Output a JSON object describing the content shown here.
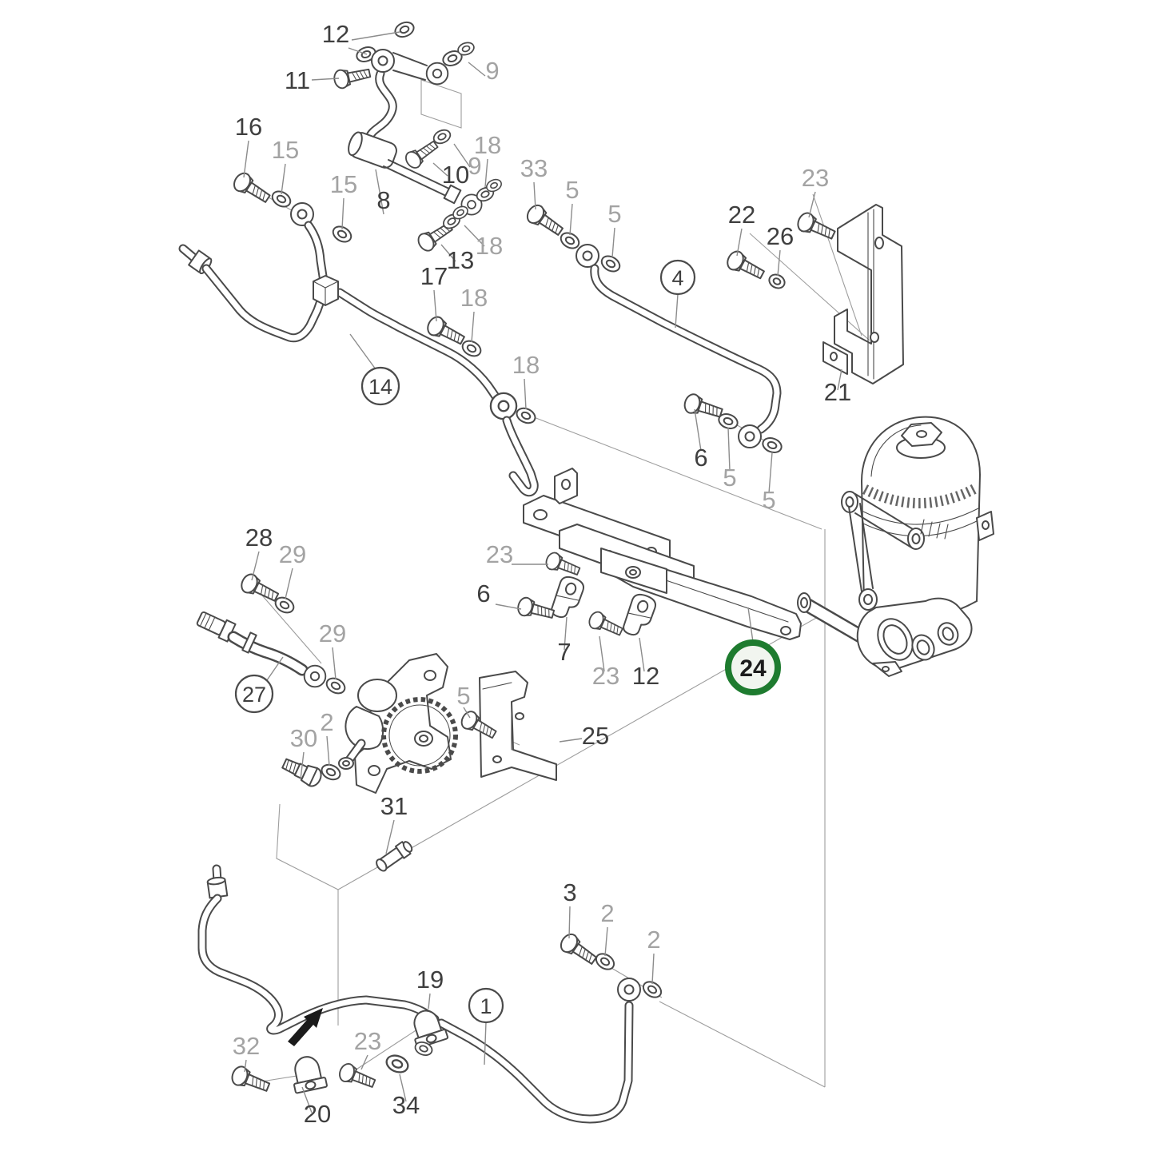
{
  "figure": {
    "type": "exploded-parts-diagram",
    "subject": "engine fuel/oil line and filter mounting diagram",
    "highlighted_part": "24",
    "colors": {
      "line": "#4a4a4a",
      "label_dark": "#3f3f3f",
      "label_gray": "#a3a3a3",
      "leader": "#8c8c8c",
      "highlight_ring": "#1e7b2f",
      "highlight_fill": "#f1f5ef",
      "background": "#ffffff",
      "arrow": "#1b1b1b"
    }
  },
  "labels": [
    {
      "id": "12",
      "text": "12",
      "tone": "dark"
    },
    {
      "id": "11",
      "text": "11",
      "tone": "dark"
    },
    {
      "id": "9a",
      "text": "9",
      "tone": "gray"
    },
    {
      "id": "16",
      "text": "16",
      "tone": "dark"
    },
    {
      "id": "15a",
      "text": "15",
      "tone": "gray"
    },
    {
      "id": "15b",
      "text": "15",
      "tone": "gray"
    },
    {
      "id": "18a",
      "text": "18",
      "tone": "gray"
    },
    {
      "id": "9b",
      "text": "9",
      "tone": "gray"
    },
    {
      "id": "10",
      "text": "10",
      "tone": "dark"
    },
    {
      "id": "8",
      "text": "8",
      "tone": "dark"
    },
    {
      "id": "33",
      "text": "33",
      "tone": "gray"
    },
    {
      "id": "5a",
      "text": "5",
      "tone": "gray"
    },
    {
      "id": "5b",
      "text": "5",
      "tone": "gray"
    },
    {
      "id": "22",
      "text": "22",
      "tone": "dark"
    },
    {
      "id": "26",
      "text": "26",
      "tone": "dark"
    },
    {
      "id": "23a",
      "text": "23",
      "tone": "gray"
    },
    {
      "id": "13",
      "text": "13",
      "tone": "dark"
    },
    {
      "id": "18b",
      "text": "18",
      "tone": "gray"
    },
    {
      "id": "17",
      "text": "17",
      "tone": "dark"
    },
    {
      "id": "18c",
      "text": "18",
      "tone": "gray"
    },
    {
      "id": "18d",
      "text": "18",
      "tone": "gray"
    },
    {
      "id": "21",
      "text": "21",
      "tone": "dark"
    },
    {
      "id": "6a",
      "text": "6",
      "tone": "dark"
    },
    {
      "id": "5c",
      "text": "5",
      "tone": "gray"
    },
    {
      "id": "5d",
      "text": "5",
      "tone": "gray"
    },
    {
      "id": "23b",
      "text": "23",
      "tone": "gray"
    },
    {
      "id": "6b",
      "text": "6",
      "tone": "dark"
    },
    {
      "id": "7",
      "text": "7",
      "tone": "dark"
    },
    {
      "id": "23c",
      "text": "23",
      "tone": "gray"
    },
    {
      "id": "12b",
      "text": "12",
      "tone": "dark"
    },
    {
      "id": "28",
      "text": "28",
      "tone": "dark"
    },
    {
      "id": "29a",
      "text": "29",
      "tone": "gray"
    },
    {
      "id": "29b",
      "text": "29",
      "tone": "gray"
    },
    {
      "id": "30",
      "text": "30",
      "tone": "gray"
    },
    {
      "id": "2a",
      "text": "2",
      "tone": "gray"
    },
    {
      "id": "31",
      "text": "31",
      "tone": "dark"
    },
    {
      "id": "5e",
      "text": "5",
      "tone": "gray"
    },
    {
      "id": "25",
      "text": "25",
      "tone": "dark"
    },
    {
      "id": "19",
      "text": "19",
      "tone": "dark"
    },
    {
      "id": "32",
      "text": "32",
      "tone": "gray"
    },
    {
      "id": "23d",
      "text": "23",
      "tone": "gray"
    },
    {
      "id": "34",
      "text": "34",
      "tone": "dark"
    },
    {
      "id": "20",
      "text": "20",
      "tone": "dark"
    },
    {
      "id": "3",
      "text": "3",
      "tone": "dark"
    },
    {
      "id": "2b",
      "text": "2",
      "tone": "gray"
    },
    {
      "id": "2c",
      "text": "2",
      "tone": "gray"
    }
  ],
  "callouts": [
    {
      "id": "4",
      "text": "4",
      "style": "plain"
    },
    {
      "id": "14",
      "text": "14",
      "style": "plain"
    },
    {
      "id": "27",
      "text": "27",
      "style": "plain"
    },
    {
      "id": "1",
      "text": "1",
      "style": "plain"
    },
    {
      "id": "24",
      "text": "24",
      "style": "highlight"
    }
  ]
}
